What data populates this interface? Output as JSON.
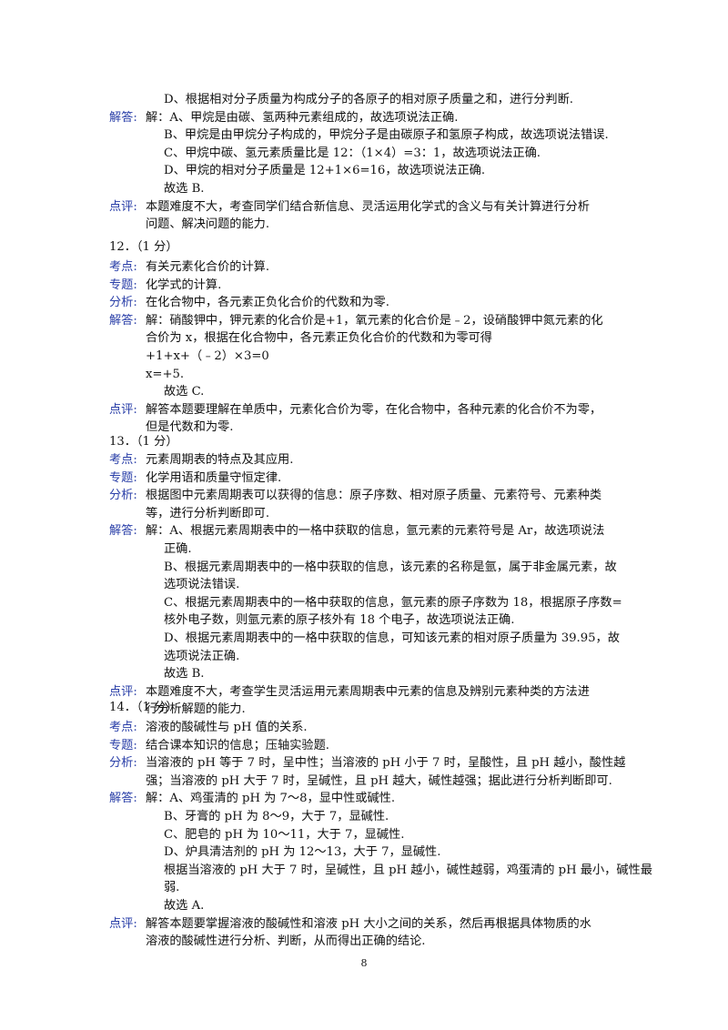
{
  "labels": {
    "kaodian": "考点:",
    "zhuanti": "专题:",
    "fenxi": "分析:",
    "jieda": "解答:",
    "dianping": "点评:"
  },
  "q11": {
    "pre": [
      "D、根据相对分子质量为构成分子的各原子的相对原子质量之和，进行分判断."
    ],
    "jieda": [
      "解：A、甲烷是由碳、氢两种元素组成的，故选项说法正确.",
      "B、甲烷是由甲烷分子构成的，甲烷分子是由碳原子和氢原子构成，故选项说法错误.",
      "C、甲烷中碳、氢元素质量比是 12：（1×4）=3：1，故选项说法正确.",
      "D、甲烷的相对分子质量是 12+1×6=16，故选项说法正确.",
      "故选 B."
    ],
    "dianping": [
      "本题难度不大，考查同学们结合新信息、灵活运用化学式的含义与有关计算进行分析",
      "问题、解决问题的能力."
    ]
  },
  "q12": {
    "head": "12．（1 分）",
    "kaodian": [
      "有关元素化合价的计算."
    ],
    "zhuanti": [
      "化学式的计算."
    ],
    "fenxi": [
      "在化合物中，各元素正负化合价的代数和为零."
    ],
    "jieda": [
      "解：硝酸钾中，钾元素的化合价是+1，氧元素的化合价是﹣2，设硝酸钾中氮元素的化",
      "合价为 x，根据在化合物中，各元素正负化合价的代数和为零可得",
      "+1+x+（﹣2）×3=0",
      "x=+5.",
      "故选 C."
    ],
    "dianping": [
      "解答本题要理解在单质中，元素化合价为零，在化合物中，各种元素的化合价不为零，",
      "但是代数和为零."
    ]
  },
  "q13": {
    "head": "13．（1 分）",
    "kaodian": [
      "元素周期表的特点及其应用."
    ],
    "zhuanti": [
      "化学用语和质量守恒定律."
    ],
    "fenxi": [
      "根据图中元素周期表可以获得的信息：原子序数、相对原子质量、元素符号、元素种类",
      "等，进行分析判断即可."
    ],
    "jieda": [
      "解：A、根据元素周期表中的一格中获取的信息，氩元素的元素符号是 Ar，故选项说法",
      "正确.",
      "B、根据元素周期表中的一格中获取的信息，该元素的名称是氩，属于非金属元素，故",
      "选项说法错误.",
      "C、根据元素周期表中的一格中获取的信息，氩元素的原子序数为 18，根据原子序数=",
      "核外电子数，则氩元素的原子核外有 18 个电子，故选项说法正确.",
      "D、根据元素周期表中的一格中获取的信息，可知该元素的相对原子质量为 39.95，故",
      "选项说法正确.",
      "故选 B."
    ],
    "dianping": [
      "本题难度不大，考查学生灵活运用元素周期表中元素的信息及辨别元素种类的方法进",
      "行分析解题的能力."
    ]
  },
  "q14": {
    "head": "14．（1 分）",
    "kaodian": [
      "溶液的酸碱性与 pH 值的关系."
    ],
    "zhuanti": [
      "结合课本知识的信息；压轴实验题."
    ],
    "fenxi": [
      "当溶液的 pH 等于 7 时，呈中性；当溶液的 pH 小于 7 时，呈酸性，且 pH 越小，酸性越",
      "强；当溶液的 pH 大于 7 时，呈碱性，且 pH 越大，碱性越强；据此进行分析判断即可."
    ],
    "jieda": [
      "解：A、鸡蛋清的 pH 为 7～8，显中性或碱性.",
      "B、牙膏的 pH 为 8～9，大于 7，显碱性.",
      "C、肥皂的 pH 为 10～11，大于 7，显碱性.",
      "D、炉具清洁剂的 pH 为 12～13，大于 7，显碱性.",
      "根据当溶液的 pH 大于 7 时，呈碱性，且 pH 越小，碱性越弱，鸡蛋清的 pH 最小，碱性最",
      "弱.",
      "故选 A."
    ],
    "dianping": [
      "解答本题要掌握溶液的酸碱性和溶液 pH 大小之间的关系，然后再根据具体物质的水",
      "溶液的酸碱性进行分析、判断，从而得出正确的结论."
    ]
  },
  "page_number": "8"
}
